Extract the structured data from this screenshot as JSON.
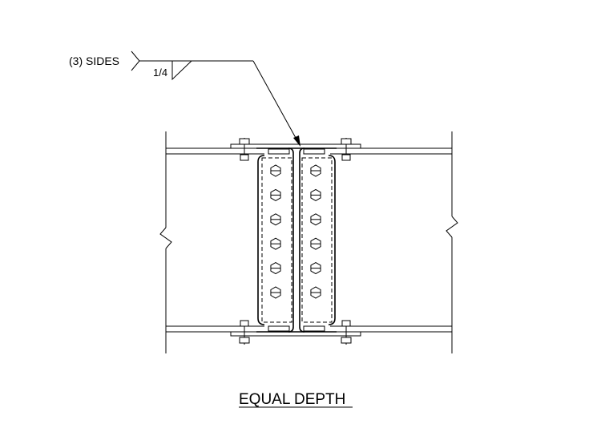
{
  "weld_symbol": {
    "note": "(3) SIDES",
    "size": "1/4"
  },
  "detail_title": "EQUAL DEPTH",
  "connection": {
    "bolt_rows": 6
  }
}
